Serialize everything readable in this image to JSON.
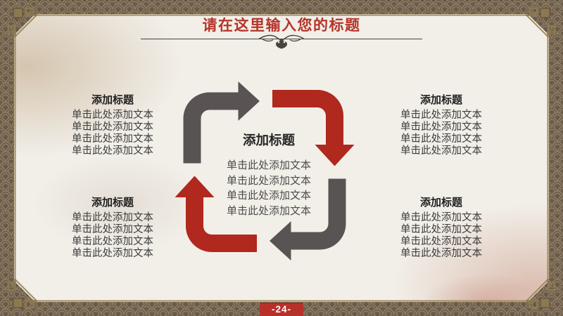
{
  "slide": {
    "title": "请在这里输入您的标题",
    "page_number": "-24-"
  },
  "center": {
    "heading": "添加标题",
    "lines": [
      "单击此处添加文本",
      "单击此处添加文本",
      "单击此处添加文本",
      "单击此处添加文本"
    ]
  },
  "blocks": {
    "top_left": {
      "heading": "添加标题",
      "lines": [
        "单击此处添加文本",
        "单击此处添加文本",
        "单击此处添加文本",
        "单击此处添加文本"
      ]
    },
    "top_right": {
      "heading": "添加标题",
      "lines": [
        "单击此处添加文本",
        "单击此处添加文本",
        "单击此处添加文本",
        "单击此处添加文本"
      ]
    },
    "bottom_left": {
      "heading": "添加标题",
      "lines": [
        "单击此处添加文本",
        "单击此处添加文本",
        "单击此处添加文本",
        "单击此处添加文本"
      ]
    },
    "bottom_right": {
      "heading": "添加标题",
      "lines": [
        "单击此处添加文本",
        "单击此处添加文本",
        "单击此处添加文本",
        "单击此处添加文本"
      ]
    }
  },
  "icons": {
    "divider_ornament": "scroll-flourish",
    "corner_ornament": "greek-key-corner",
    "cycle_arrows": [
      "bent-arrow-gray-top-left",
      "bent-arrow-red-top-right",
      "bent-arrow-gray-bottom-right",
      "bent-arrow-red-bottom-left"
    ]
  },
  "colors": {
    "title_red": "#b5352a",
    "arrow_red": "#b0281e",
    "arrow_gray": "#595353",
    "frame_gold": "#a28b5d",
    "border_brown": "#5f5242",
    "badge_red": "#b8302a",
    "paper": "#f2efe9"
  }
}
